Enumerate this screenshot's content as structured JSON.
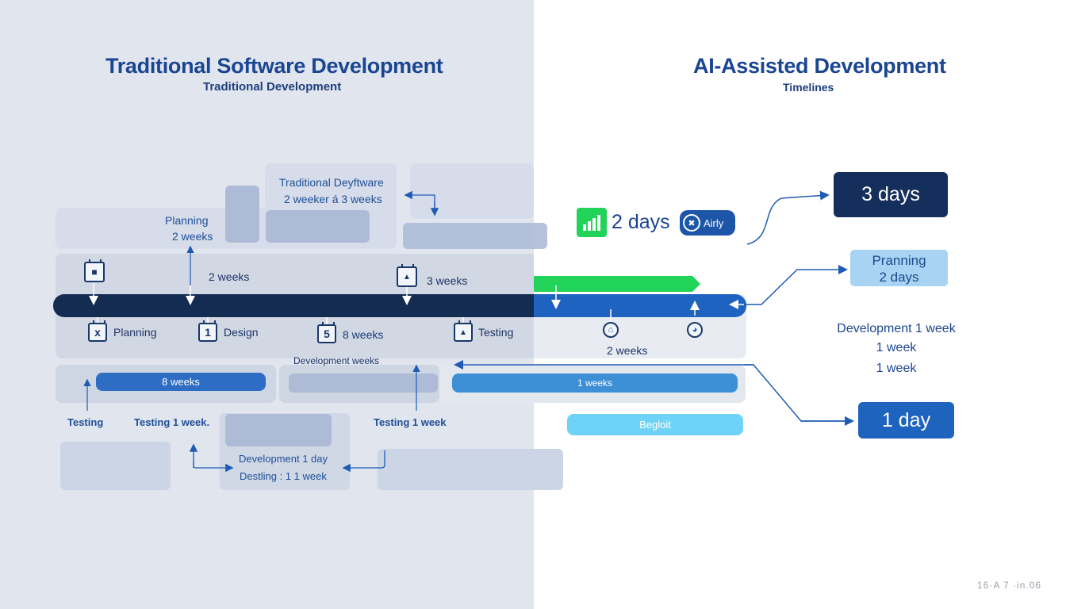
{
  "left": {
    "title": "Traditional Software Development",
    "subtitle": "Traditional Development",
    "callout_top": {
      "line1": "Traditional Deyftware",
      "line2": "2 weeker á 3 weeks"
    },
    "planning_label": {
      "line1": "Planning",
      "line2": "2 weeks"
    },
    "timeline": {
      "above_labels": [
        "2 weeks",
        "3 weeks"
      ],
      "milestones": [
        {
          "icon": "calendar-x-icon",
          "glyph": "x",
          "label": "Planning"
        },
        {
          "icon": "calendar-1-icon",
          "glyph": "1",
          "label": "Design"
        },
        {
          "icon": "calendar-5-icon",
          "glyph": "5",
          "label": "8 weeks"
        },
        {
          "icon": "calendar-user-icon",
          "glyph": "▲",
          "label": "Testing"
        }
      ],
      "top_icons": [
        "calendar-person-icon",
        "calendar-person-icon"
      ]
    },
    "dev_weeks_label": "Development weeks",
    "bar_8_weeks": "8 weeks",
    "testing_labels": [
      "Testing",
      "Testing 1 week.",
      "Testing 1 week"
    ],
    "dev_box": {
      "line1": "Development 1 day",
      "line2": "Destling : 1 1 week"
    }
  },
  "right": {
    "title": "AI-Assisted Development",
    "subtitle": "Timelines",
    "two_days": "2 days",
    "badge": "Airly",
    "box_3_days": "3 days",
    "planning_box": {
      "line1": "Pranning",
      "line2": "2 days"
    },
    "two_weeks_label": "2 weeks",
    "dev_text": [
      "Development 1 week",
      "1 week",
      "1 week"
    ],
    "bar_1_weeks": "1 weeks",
    "deploy_pill": "Begloit",
    "box_1_day": "1 day"
  },
  "footer": {
    "stamp": "16·A 7 ·in.06"
  },
  "colors": {
    "navy": "#152c52",
    "blue": "#1f63c0",
    "green": "#22d35a",
    "light_blue": "#a8d3f3",
    "cyan": "#6fd3f7",
    "panel_bg": "#e0e5ee"
  }
}
